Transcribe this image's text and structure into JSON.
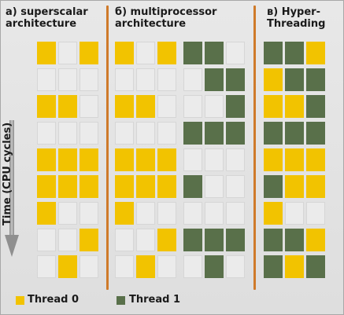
{
  "panels": [
    {
      "title": "а) superscalar\narchitecture"
    },
    {
      "title": "б) multiprocessor\narchitecture"
    },
    {
      "title": "в) Hyper-\nThreading"
    }
  ],
  "time_axis_label": "Time (CPU cycles)",
  "legend": [
    {
      "label": "Thread 0",
      "color": "#f2c300"
    },
    {
      "label": "Thread 1",
      "color": "#59704a"
    }
  ],
  "colors": {
    "empty": "#ebebeb",
    "thread0": "#f2c300",
    "thread1": "#59704a",
    "divider": "#cf7a2a"
  },
  "grids": [
    {
      "name": "superscalar-grid",
      "rows": [
        [
          1,
          0,
          1
        ],
        [
          0,
          0,
          0
        ],
        [
          1,
          1,
          0
        ],
        [
          0,
          0,
          0
        ],
        [
          1,
          1,
          1
        ],
        [
          1,
          1,
          1
        ],
        [
          1,
          0,
          0
        ],
        [
          0,
          0,
          1
        ],
        [
          0,
          1,
          0
        ]
      ]
    },
    {
      "name": "multiprocessor-grid-thread0",
      "rows": [
        [
          1,
          0,
          1
        ],
        [
          0,
          0,
          0
        ],
        [
          1,
          1,
          0
        ],
        [
          0,
          0,
          0
        ],
        [
          1,
          1,
          1
        ],
        [
          1,
          1,
          1
        ],
        [
          1,
          0,
          0
        ],
        [
          0,
          0,
          1
        ],
        [
          0,
          1,
          0
        ]
      ]
    },
    {
      "name": "multiprocessor-grid-thread1",
      "rows": [
        [
          2,
          2,
          0
        ],
        [
          0,
          2,
          2
        ],
        [
          0,
          0,
          2
        ],
        [
          2,
          2,
          2
        ],
        [
          0,
          0,
          0
        ],
        [
          2,
          0,
          0
        ],
        [
          0,
          0,
          0
        ],
        [
          2,
          2,
          2
        ],
        [
          0,
          2,
          0
        ]
      ]
    },
    {
      "name": "hyperthreading-grid",
      "rows": [
        [
          2,
          2,
          1
        ],
        [
          1,
          2,
          2
        ],
        [
          1,
          1,
          2
        ],
        [
          2,
          2,
          2
        ],
        [
          1,
          1,
          1
        ],
        [
          2,
          1,
          1
        ],
        [
          1,
          0,
          0
        ],
        [
          2,
          2,
          1
        ],
        [
          2,
          1,
          2
        ]
      ]
    }
  ]
}
